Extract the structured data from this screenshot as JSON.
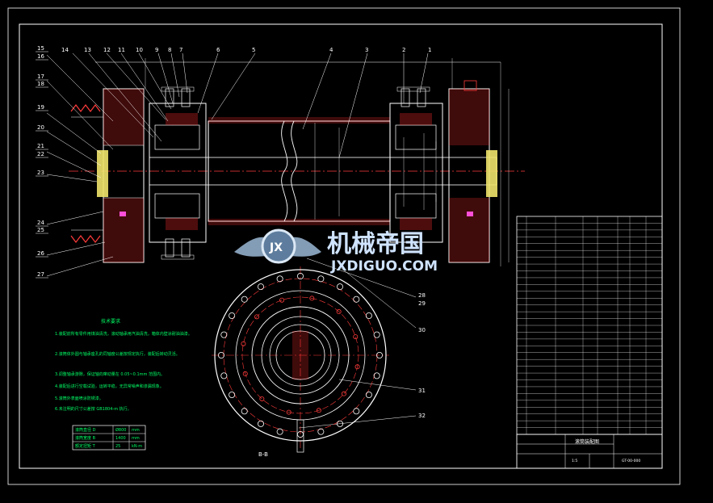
{
  "logo": {
    "mark": "JX",
    "cn": "机械帝国",
    "en": "JXDIGUO.COM"
  },
  "view": {
    "section_label": "B-B"
  },
  "part_numbers": {
    "left_column": [
      "15",
      "16",
      "17",
      "18",
      "19",
      "20",
      "21",
      "22",
      "23",
      "24",
      "25",
      "26",
      "27"
    ],
    "top_row": [
      "14",
      "13",
      "12",
      "11",
      "10",
      "9",
      "8",
      "7",
      "6",
      "5",
      "4",
      "3",
      "2",
      "1"
    ],
    "right_side": [
      "28",
      "29",
      "30",
      "31",
      "32"
    ]
  },
  "notes": {
    "title": "技术要求",
    "lines": [
      "1.装配前所有零件用煤油清洗，滚动轴承用汽油清洗，箱体内壁涂耐油油漆。",
      "2.滚筒体外圆与轴承座孔的同轴度公差按规定执行，装配后转动灵活。",
      "3.调整轴承游隙，保证轴向窜动量在 0.05~0.1mm 范围内。",
      "4.装配后进行空载试验，运转平稳，无异常噪声和渗漏现象。",
      "5.滚筒外表面喷涂防锈漆。",
      "6.未注明的尺寸公差按 GB1804-m 执行。"
    ]
  },
  "param_table": {
    "rows": [
      [
        "滚筒直径 D",
        "Ø800",
        "mm"
      ],
      [
        "滚筒宽度 B",
        "1400",
        "mm"
      ],
      [
        "额定扭矩 T",
        "25",
        "kN·m"
      ]
    ]
  },
  "title_block": {
    "drawing_title": "滚筒装配图",
    "scale_label": "1:5",
    "drawing_no": "GT-00-000"
  }
}
